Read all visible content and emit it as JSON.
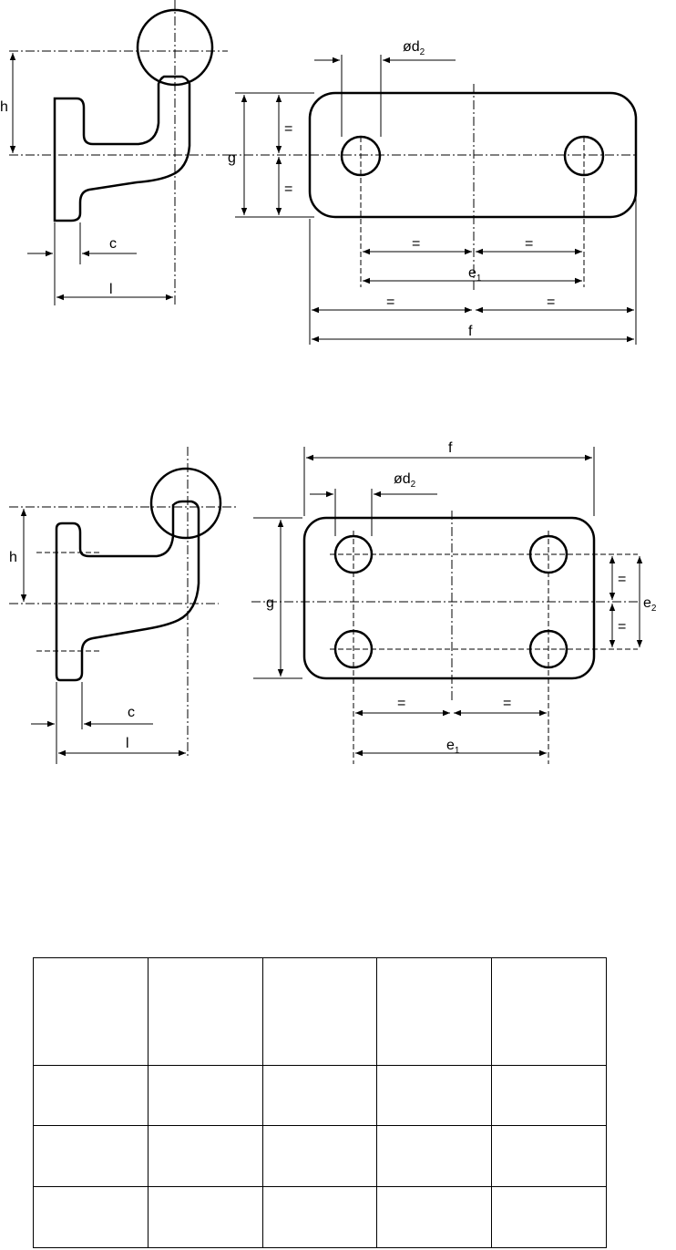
{
  "figure_top": {
    "labels": {
      "h": "h",
      "g": "g",
      "c": "c",
      "l": "l",
      "eq": "=",
      "e1": "e",
      "e1_sub": "1",
      "f": "f",
      "d2": "ød",
      "d2_sub": "2"
    }
  },
  "figure_bottom": {
    "labels": {
      "h": "h",
      "g": "g",
      "c": "c",
      "l": "l",
      "eq": "=",
      "e1": "e",
      "e1_sub": "1",
      "e2": "e",
      "e2_sub": "2",
      "f": "f",
      "d2": "ød",
      "d2_sub": "2"
    }
  },
  "table": {
    "columns": 5,
    "rows": [
      [
        "",
        "",
        "",
        "",
        ""
      ],
      [
        "",
        "",
        "",
        "",
        ""
      ],
      [
        "",
        "",
        "",
        "",
        ""
      ],
      [
        "",
        "",
        "",
        "",
        ""
      ]
    ]
  }
}
